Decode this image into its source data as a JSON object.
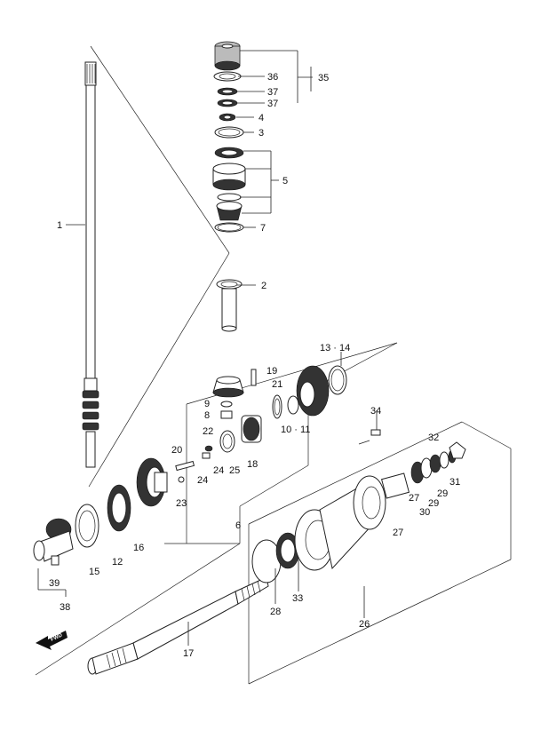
{
  "parts": [
    {
      "id": "p1",
      "text": "1"
    },
    {
      "id": "p2",
      "text": "2"
    },
    {
      "id": "p3",
      "text": "3"
    },
    {
      "id": "p4",
      "text": "4"
    },
    {
      "id": "p5",
      "text": "5"
    },
    {
      "id": "p6",
      "text": "6"
    },
    {
      "id": "p7",
      "text": "7"
    },
    {
      "id": "p8",
      "text": "8"
    },
    {
      "id": "p9",
      "text": "9"
    },
    {
      "id": "p10_11",
      "text": "10 · 11"
    },
    {
      "id": "p12",
      "text": "12"
    },
    {
      "id": "p13_14",
      "text": "13 · 14"
    },
    {
      "id": "p15",
      "text": "15"
    },
    {
      "id": "p16",
      "text": "16"
    },
    {
      "id": "p17",
      "text": "17"
    },
    {
      "id": "p18",
      "text": "18"
    },
    {
      "id": "p19",
      "text": "19"
    },
    {
      "id": "p20",
      "text": "20"
    },
    {
      "id": "p21",
      "text": "21"
    },
    {
      "id": "p22",
      "text": "22"
    },
    {
      "id": "p23",
      "text": "23"
    },
    {
      "id": "p24a",
      "text": "24"
    },
    {
      "id": "p24b",
      "text": "24"
    },
    {
      "id": "p25",
      "text": "25"
    },
    {
      "id": "p26",
      "text": "26"
    },
    {
      "id": "p27a",
      "text": "27"
    },
    {
      "id": "p27b",
      "text": "27"
    },
    {
      "id": "p28",
      "text": "28"
    },
    {
      "id": "p29a",
      "text": "29"
    },
    {
      "id": "p29b",
      "text": "29"
    },
    {
      "id": "p30",
      "text": "30"
    },
    {
      "id": "p31",
      "text": "31"
    },
    {
      "id": "p32",
      "text": "32"
    },
    {
      "id": "p33",
      "text": "33"
    },
    {
      "id": "p34",
      "text": "34"
    },
    {
      "id": "p35",
      "text": "35"
    },
    {
      "id": "p36",
      "text": "36"
    },
    {
      "id": "p37a",
      "text": "37"
    },
    {
      "id": "p37b",
      "text": "37"
    },
    {
      "id": "p38",
      "text": "38"
    },
    {
      "id": "p39",
      "text": "39"
    }
  ],
  "fwd_arrow": {
    "text": "FWD"
  }
}
